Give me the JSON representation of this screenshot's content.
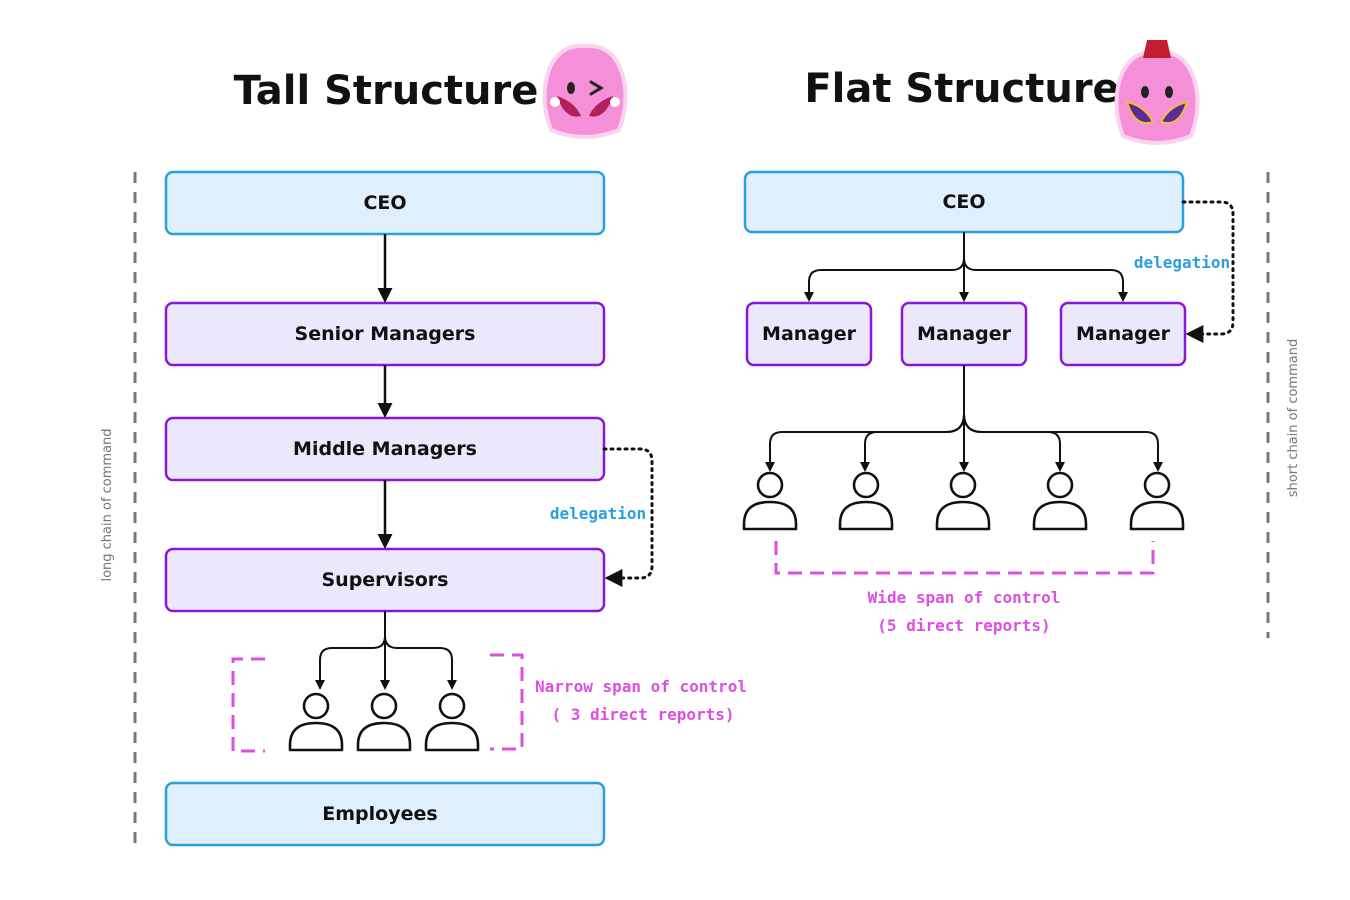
{
  "tall": {
    "title": "Tall Structure",
    "levels": {
      "ceo": "CEO",
      "senior": "Senior Managers",
      "middle": "Middle Managers",
      "supervisors": "Supervisors",
      "employees": "Employees"
    },
    "delegation": "delegation",
    "span_line1": "Narrow span of control",
    "span_line2": "( 3 direct reports)",
    "chain_label": "long chain of command"
  },
  "flat": {
    "title": "Flat Structure",
    "ceo": "CEO",
    "managers": [
      "Manager",
      "Manager",
      "Manager"
    ],
    "delegation": "delegation",
    "span_line1": "Wide span of control",
    "span_line2": "(5 direct reports)",
    "chain_label": "short chain of command"
  },
  "colors": {
    "blue_fill": "#dff0fc",
    "blue_stroke": "#2a9fe0",
    "purple_fill": "#ece8fc",
    "purple_stroke": "#8b17d6",
    "magenta": "#dc4fe0",
    "delegation_text": "#2a9fe0"
  }
}
